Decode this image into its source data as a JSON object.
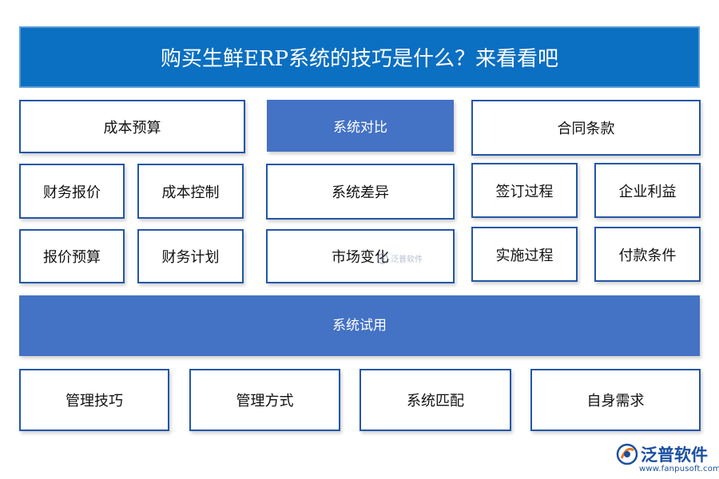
{
  "title": "购买生鲜ERP系统的技巧是什么？来看看吧",
  "nodes": {
    "cost_budget": "成本预算",
    "system_compare": "系统对比",
    "contract_terms": "合同条款",
    "finance_quote": "财务报价",
    "cost_control": "成本控制",
    "system_diff": "系统差异",
    "sign_process": "签订过程",
    "enterprise_benefit": "企业利益",
    "quote_budget": "报价预算",
    "finance_plan": "财务计划",
    "market_change": "市场变化",
    "implement_process": "实施过程",
    "payment_terms": "付款条件",
    "system_trial": "系统试用",
    "manage_skill": "管理技巧",
    "manage_method": "管理方式",
    "system_match": "系统匹配",
    "self_need": "自身需求"
  },
  "watermark": {
    "text": "泛普软件"
  },
  "logo": {
    "name": "泛普软件",
    "url": "www.fanpusoft.com"
  },
  "colors": {
    "title_bg": "#0b6fc2",
    "accent": "#4472c4",
    "border": "#2456a6"
  }
}
